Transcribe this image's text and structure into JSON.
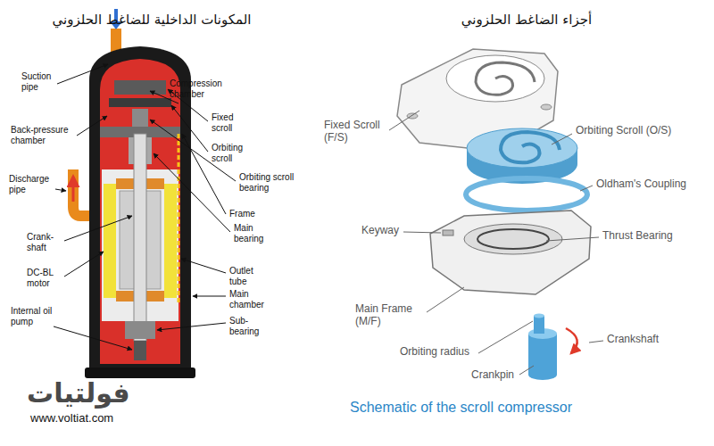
{
  "diagram": {
    "caption": "Schematic of the scroll compressor",
    "labels": [
      "المكونات الداخلية للضاغط الحلزوني",
      "أجزاء الضاغط الحلزوني",
      "Suction pipe",
      "Compression chamber",
      "Back-pressure chamber",
      "Fixed scroll",
      "Orbiting scroll",
      "Discharge pipe",
      "Orbiting scroll bearing",
      "Frame",
      "Crank-shaft",
      "Main bearing",
      "DC-BL motor",
      "Outlet tube",
      "Main chamber",
      "Internal oil pump",
      "Sub-bearing",
      "Fixed Scroll (F/S)",
      "Orbiting Scroll (O/S)",
      "Oldham's Coupling",
      "Keyway",
      "Thrust Bearing",
      "Main Frame (M/F)",
      "Orbiting radius",
      "Crankshaft",
      "Crankpin",
      "فولتيات",
      "www.voltiat.com"
    ]
  }
}
